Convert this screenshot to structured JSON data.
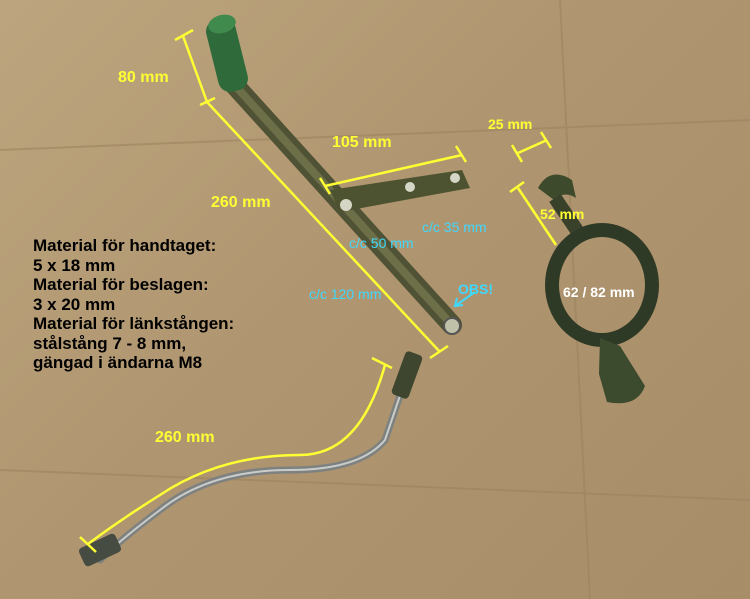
{
  "dimensions": {
    "handle_grip": "80 mm",
    "handle_arm": "260 mm",
    "bracket_length": "105 mm",
    "clamp_width": "25 mm",
    "clamp_length": "52 mm",
    "ring_diameter": "62 / 82 mm",
    "rod_length": "260 mm"
  },
  "centers": {
    "cc_35": "c/c 35 mm",
    "cc_50": "c/c 50 mm",
    "cc_120": "c/c 120 mm"
  },
  "callout": "OBS!",
  "materials": [
    "Material för handtaget:",
    "5 x 18 mm",
    "Material för beslagen:",
    "3 x 20 mm",
    "Material för länkstången:",
    "stålstång 7 - 8 mm,",
    "gängad i ändarna M8"
  ],
  "colors": {
    "dimension": "#ffff33",
    "center_distance": "#3fd8ff",
    "metal": "#5a5e3c",
    "grip": "#2f6a3a",
    "background": "#b39a72"
  }
}
